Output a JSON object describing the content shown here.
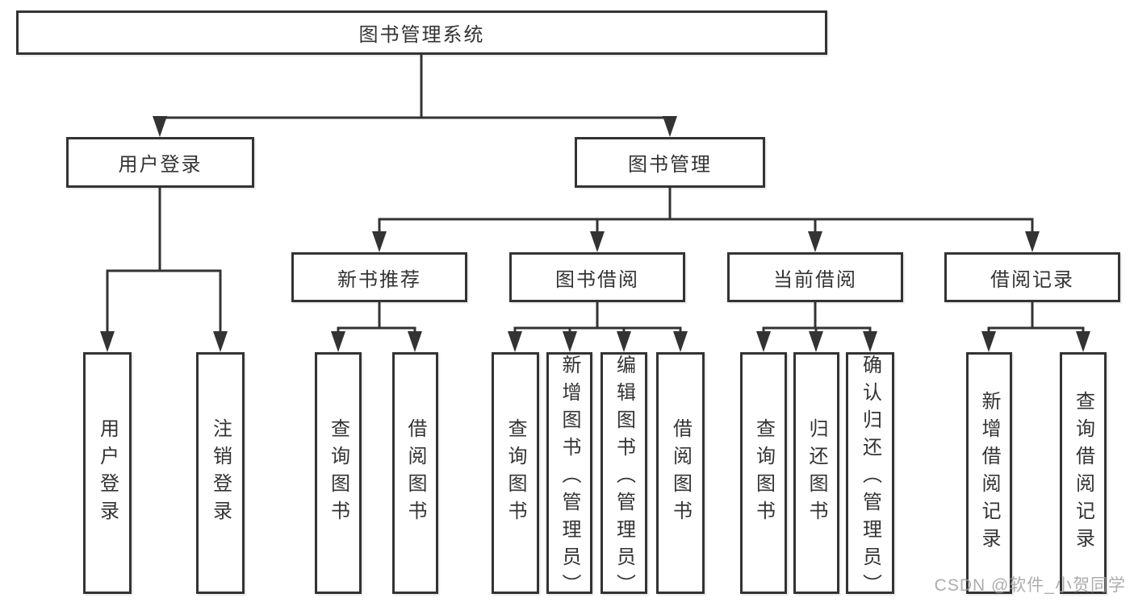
{
  "diagram": {
    "title": "图书管理系统",
    "level2": {
      "user_login": "用户登录",
      "book_mgmt": "图书管理"
    },
    "level3": {
      "new_books": "新书推荐",
      "book_borrow": "图书借阅",
      "current_borrow": "当前借阅",
      "borrow_records": "借阅记录"
    },
    "leaves": {
      "user_login": "用户登录",
      "logout": "注销登录",
      "nb_query": "查询图书",
      "nb_borrow": "借阅图书",
      "bw_query": "查询图书",
      "bw_add": "新增图书（管理员）",
      "bw_edit": "编辑图书（管理员）",
      "bw_borrow": "借阅图书",
      "cu_query": "查询图书",
      "cu_return": "归还图书",
      "cu_confirm": "确认归还（管理员）",
      "re_add": "新增借阅记录",
      "re_query": "查询借阅记录"
    },
    "watermark": "CSDN @软件_小贺同学",
    "colors": {
      "stroke": "#333333",
      "text": "#333333",
      "background": "#ffffff",
      "watermark": "#9f9f9f"
    }
  }
}
